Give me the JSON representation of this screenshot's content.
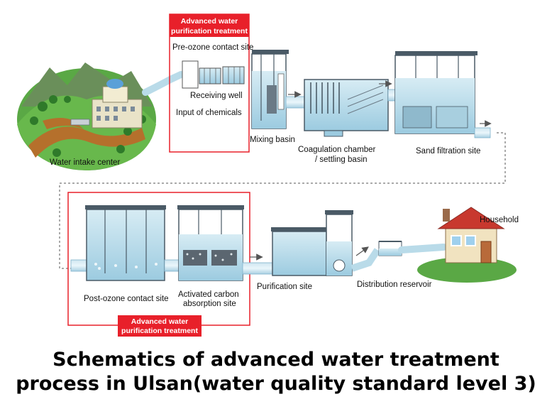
{
  "title": {
    "line1": "Schematics of advanced water treatment",
    "line2": "process in Ulsan(water quality standard level 3)"
  },
  "badges": {
    "top_line1": "Advanced water",
    "top_line2": "purification treatment",
    "bottom_line1": "Advanced water",
    "bottom_line2": "purification treatment"
  },
  "labels": {
    "pre_ozone": "Pre-ozone contact site",
    "receiving_well": "Receiving well",
    "input_chemicals": "Input of chemicals",
    "water_intake": "Water intake center",
    "mixing_basin": "Mixing basin",
    "coag_line1": "Coagulation chamber",
    "coag_line2": "/ settling basin",
    "sand_filtration": "Sand filtration site",
    "household": "Household",
    "post_ozone": "Post-ozone contact site",
    "carbon_line1": "Activated carbon",
    "carbon_line2": "absorption site",
    "purification": "Purification site",
    "distribution": "Distribution reservoir"
  },
  "colors": {
    "accent_red": "#e8202a",
    "water": "#b9dbe9",
    "water_dark": "#7fb3cc",
    "steel": "#4a5a66",
    "hill_green": "#4a9a3a",
    "roof_red": "#c8382e"
  }
}
